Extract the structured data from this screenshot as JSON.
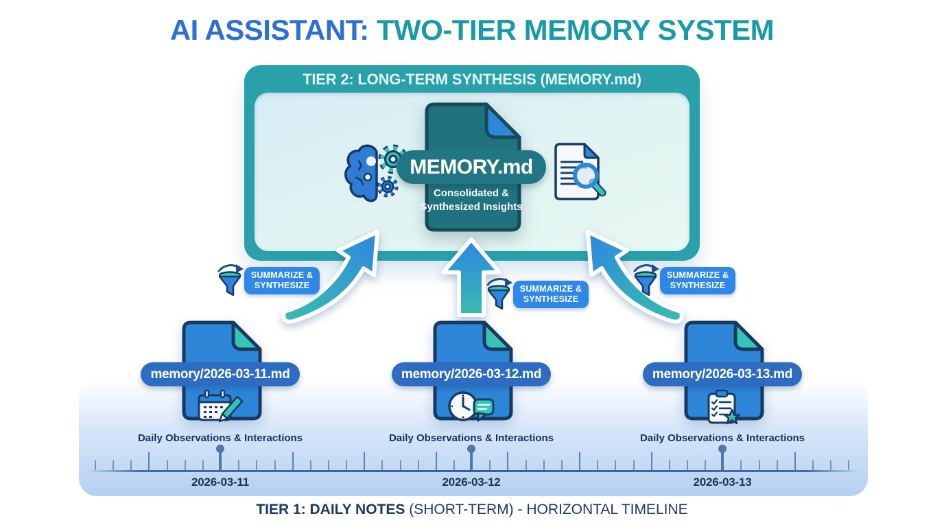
{
  "title": {
    "part1": "AI ASSISTANT:",
    "part2": " TWO-TIER MEMORY SYSTEM"
  },
  "tier2": {
    "header": "TIER 2: LONG-TERM SYNTHESIS (MEMORY.md)",
    "file_label": "MEMORY.md",
    "caption_line1": "Consolidated &",
    "caption_line2": "Synthesized Insights",
    "icons": [
      "brain-gears-icon",
      "memory-file-icon",
      "document-search-icon"
    ]
  },
  "process": {
    "line1": "SUMMARIZE &",
    "line2": "SYNTHESIZE",
    "icon": "funnel-icon"
  },
  "tier1": {
    "files": [
      {
        "name": "memory/2026-03-11.md",
        "caption": "Daily Observations & Interactions",
        "icon": "calendar-pencil-icon",
        "date": "2026-03-11"
      },
      {
        "name": "memory/2026-03-12.md",
        "caption": "Daily Observations & Interactions",
        "icon": "clock-chat-icon",
        "date": "2026-03-12"
      },
      {
        "name": "memory/2026-03-13.md",
        "caption": "Daily Observations & Interactions",
        "icon": "clipboard-star-icon",
        "date": "2026-03-13"
      }
    ],
    "footer_bold": "TIER 1: DAILY NOTES",
    "footer_rest": " (SHORT-TERM) - HORIZONTAL TIMELINE"
  },
  "colors": {
    "title_blue": "#2e6fd4",
    "title_teal": "#1a9aa8",
    "tier2_teal": "#2aa0ab",
    "file_blue": "#2e86d9",
    "fold_teal": "#35c4b5",
    "name_pill_blue": "#2d6cc0",
    "process_pill_blue": "#2f88e8",
    "memory_doc_teal": "#21727f",
    "outline_navy": "#173a63",
    "text_navy": "#1b3a62",
    "timeline_band": "#b5cff0",
    "timeline_line": "#3f6ca3"
  }
}
